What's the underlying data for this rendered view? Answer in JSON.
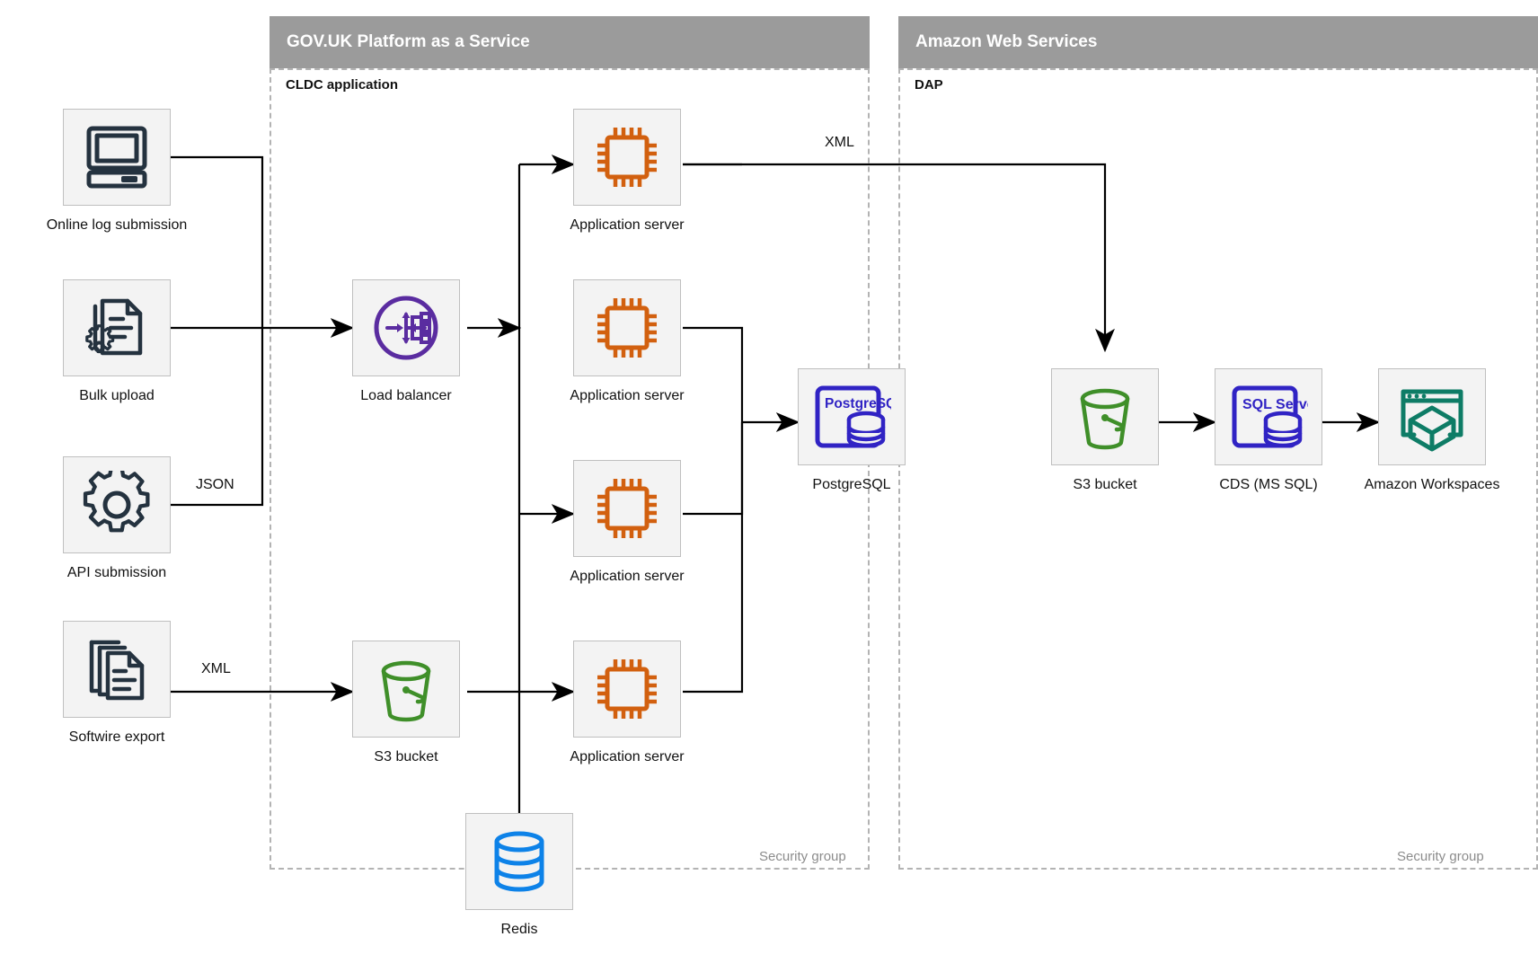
{
  "groups": [
    {
      "title": "GOV.UK Platform as a Service",
      "inner_title": "CLDC application",
      "security_label": "Security group"
    },
    {
      "title": "Amazon Web Services",
      "inner_title": "DAP",
      "security_label": "Security group"
    }
  ],
  "sources": [
    {
      "label": "Online log submission",
      "icon": "desktop-computer-icon"
    },
    {
      "label": "Bulk upload",
      "icon": "document-gear-icon"
    },
    {
      "label": "API submission",
      "icon": "gear-icon"
    },
    {
      "label": "Softwire export",
      "icon": "documents-stack-icon"
    }
  ],
  "paas_nodes": {
    "load_balancer": {
      "label": "Load balancer",
      "icon": "load-balancer-icon"
    },
    "app_servers": [
      {
        "label": "Application server",
        "icon": "cpu-chip-icon"
      },
      {
        "label": "Application server",
        "icon": "cpu-chip-icon"
      },
      {
        "label": "Application server",
        "icon": "cpu-chip-icon"
      },
      {
        "label": "Application server",
        "icon": "cpu-chip-icon"
      }
    ],
    "postgres": {
      "label": "PostgreSQL",
      "icon": "postgresql-icon",
      "badge_text": "PostgreSQL"
    },
    "s3": {
      "label": "S3 bucket",
      "icon": "s3-bucket-icon"
    },
    "redis": {
      "label": "Redis",
      "icon": "redis-database-icon"
    }
  },
  "aws_nodes": [
    {
      "label": "S3 bucket",
      "icon": "s3-bucket-icon"
    },
    {
      "label": "CDS (MS SQL)",
      "icon": "sql-server-icon",
      "badge_text": "SQL Server"
    },
    {
      "label": "Amazon Workspaces",
      "icon": "amazon-workspaces-icon"
    }
  ],
  "edge_labels": {
    "api_json": "JSON",
    "softwire_xml": "XML",
    "appserver_xml": "XML"
  },
  "colors": {
    "header_gray": "#9b9b9b",
    "dashed_gray": "#b3b3b3",
    "tile_bg": "#f3f3f3",
    "tile_border": "#bfbfbf",
    "navy": "#24323f",
    "orange": "#d2600f",
    "purple": "#5a2ca0",
    "green": "#3f8f29",
    "blue": "#3023c4",
    "redis_blue": "#0d82e8",
    "teal": "#0e7c66",
    "line": "#000000"
  }
}
